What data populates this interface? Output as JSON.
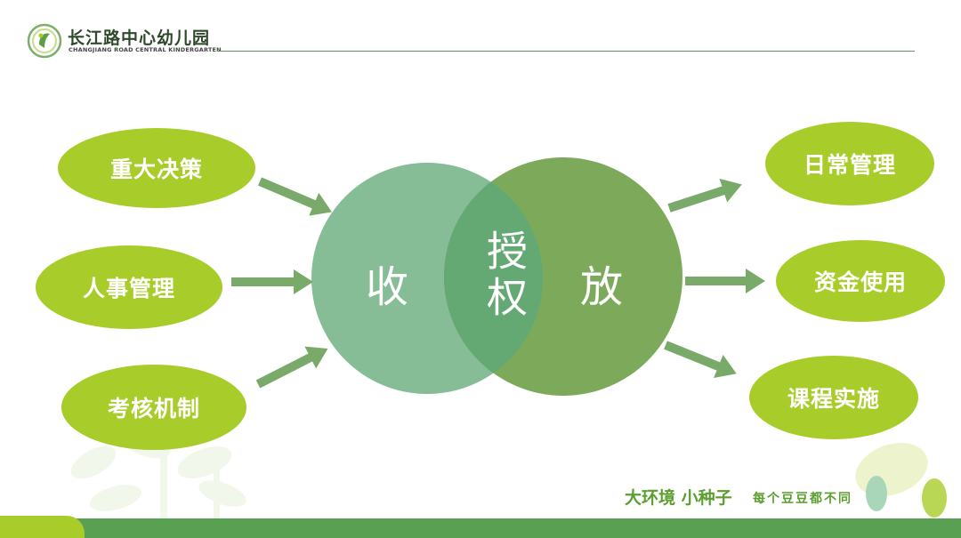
{
  "header": {
    "school_name": "长江路中心幼儿园",
    "school_name_en": "CHANGJIANG ROAD CENTRAL KINDERGARTEN"
  },
  "diagram": {
    "left_circle": "收",
    "right_circle": "放",
    "overlap": "授权",
    "inputs": [
      "重大决策",
      "人事管理",
      "考核机制"
    ],
    "outputs": [
      "日常管理",
      "资金使用",
      "课程实施"
    ]
  },
  "footer": {
    "slogan": "大环境 小种子",
    "slogan_sub": "每个豆豆都不同"
  },
  "colors": {
    "pill": "#a8cc2a",
    "left_circle": "#86bc96",
    "right_circle": "#7caa5a",
    "overlap": "#64a874",
    "arrow": "#79aa6a",
    "bar": "#5aa052"
  }
}
